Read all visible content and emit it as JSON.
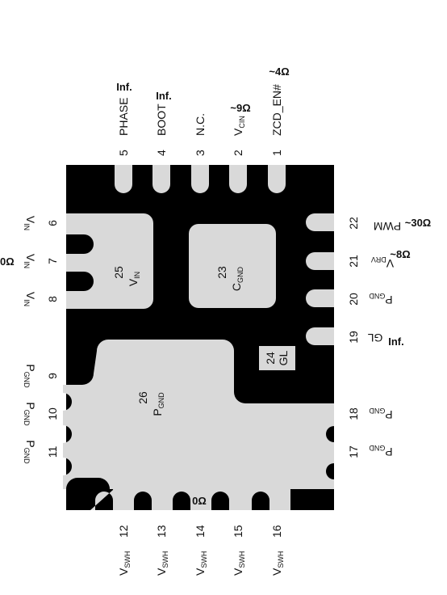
{
  "top_pins": [
    {
      "num": "5",
      "name": "PHASE",
      "res": "Inf."
    },
    {
      "num": "4",
      "name": "BOOT",
      "res": "Inf."
    },
    {
      "num": "3",
      "name": "N.C.",
      "res": ""
    },
    {
      "num": "2",
      "name": "V",
      "sub": "CIN",
      "res": "~9Ω"
    },
    {
      "num": "1",
      "name": "ZCD_EN#",
      "res": "~4Ω"
    }
  ],
  "left_pins": [
    {
      "num": "6",
      "name": "V",
      "sub": "IN",
      "res": ""
    },
    {
      "num": "7",
      "name": "V",
      "sub": "IN",
      "res": "0Ω"
    },
    {
      "num": "8",
      "name": "V",
      "sub": "IN",
      "res": ""
    },
    {
      "num": "9",
      "name": "P",
      "sub": "GND",
      "res": ""
    },
    {
      "num": "10",
      "name": "P",
      "sub": "GND",
      "res": ""
    },
    {
      "num": "11",
      "name": "P",
      "sub": "GND",
      "res": ""
    }
  ],
  "right_pins": [
    {
      "num": "22",
      "name": "PWM",
      "res": "~30Ω"
    },
    {
      "num": "21",
      "name": "V",
      "sub": "DRV",
      "res": "~8Ω"
    },
    {
      "num": "20",
      "name": "P",
      "sub": "GND",
      "res": ""
    },
    {
      "num": "19",
      "name": "GL",
      "res": "Inf."
    },
    {
      "num": "18",
      "name": "P",
      "sub": "GND",
      "res": ""
    },
    {
      "num": "17",
      "name": "P",
      "sub": "GND",
      "res": ""
    }
  ],
  "bottom_pins": [
    {
      "num": "12",
      "name": "V",
      "sub": "SWH"
    },
    {
      "num": "13",
      "name": "V",
      "sub": "SWH"
    },
    {
      "num": "14",
      "name": "V",
      "sub": "SWH"
    },
    {
      "num": "15",
      "name": "V",
      "sub": "SWH"
    },
    {
      "num": "16",
      "name": "V",
      "sub": "SWH"
    }
  ],
  "bottom_res": "0Ω",
  "pads": {
    "vin": {
      "num": "25",
      "name": "V",
      "sub": "IN"
    },
    "cgnd": {
      "num": "23",
      "name": "C",
      "sub": "GND"
    },
    "gl": {
      "num": "24",
      "name": "GL"
    },
    "pgnd": {
      "num": "26",
      "name": "P",
      "sub": "GND"
    }
  },
  "colors": {
    "package": "#000000",
    "pad": "#d9d9d9",
    "text": "#111111"
  }
}
